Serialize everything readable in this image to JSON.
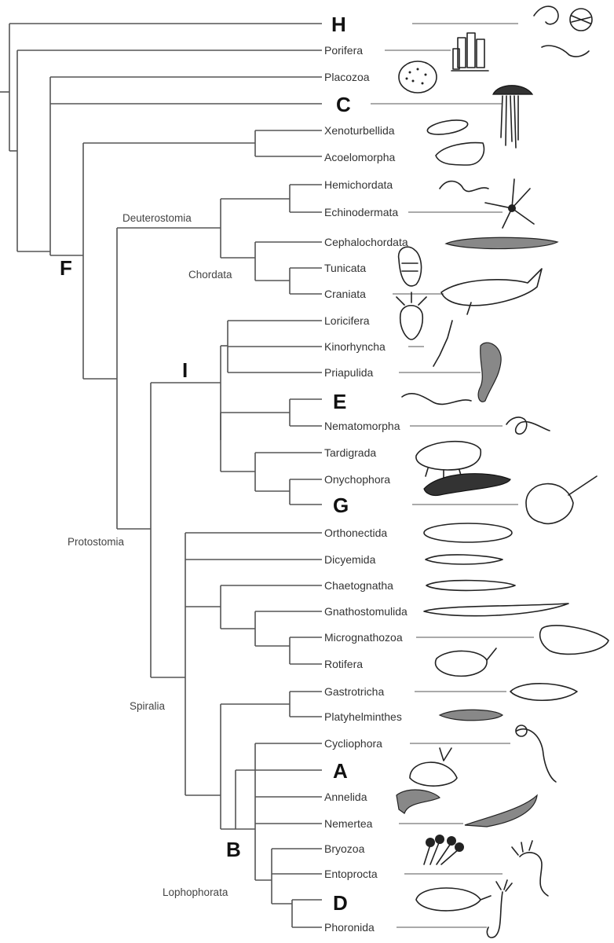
{
  "taxa": {
    "porifera": "Porifera",
    "placozoa": "Placozoa",
    "xenoturbellida": "Xenoturbellida",
    "acoelomorpha": "Acoelomorpha",
    "hemichordata": "Hemichordata",
    "echinodermata": "Echinodermata",
    "cephalochordata": "Cephalochordata",
    "tunicata": "Tunicata",
    "craniata": "Craniata",
    "loricifera": "Loricifera",
    "kinorhyncha": "Kinorhyncha",
    "priapulida": "Priapulida",
    "nematomorpha": "Nematomorpha",
    "tardigrada": "Tardigrada",
    "onychophora": "Onychophora",
    "orthonectida": "Orthonectida",
    "dicyemida": "Dicyemida",
    "chaetognatha": "Chaetognatha",
    "gnathostomulida": "Gnathostomulida",
    "micrognathozoa": "Micrognathozoa",
    "rotifera": "Rotifera",
    "gastrotricha": "Gastrotricha",
    "platyhelminthes": "Platyhelminthes",
    "cycliophora": "Cycliophora",
    "annelida": "Annelida",
    "nemertea": "Nemertea",
    "bryozoa": "Bryozoa",
    "entoprocta": "Entoprocta",
    "phoronida": "Phoronida"
  },
  "clades": {
    "deuterostomia": "Deuterostomia",
    "chordata": "Chordata",
    "protostomia": "Protostomia",
    "spiralia": "Spiralia",
    "lophophorata": "Lophophorata"
  },
  "letters": {
    "a": "A",
    "b": "B",
    "c": "C",
    "d": "D",
    "e": "E",
    "f": "F",
    "g": "G",
    "h": "H",
    "i": "I"
  }
}
